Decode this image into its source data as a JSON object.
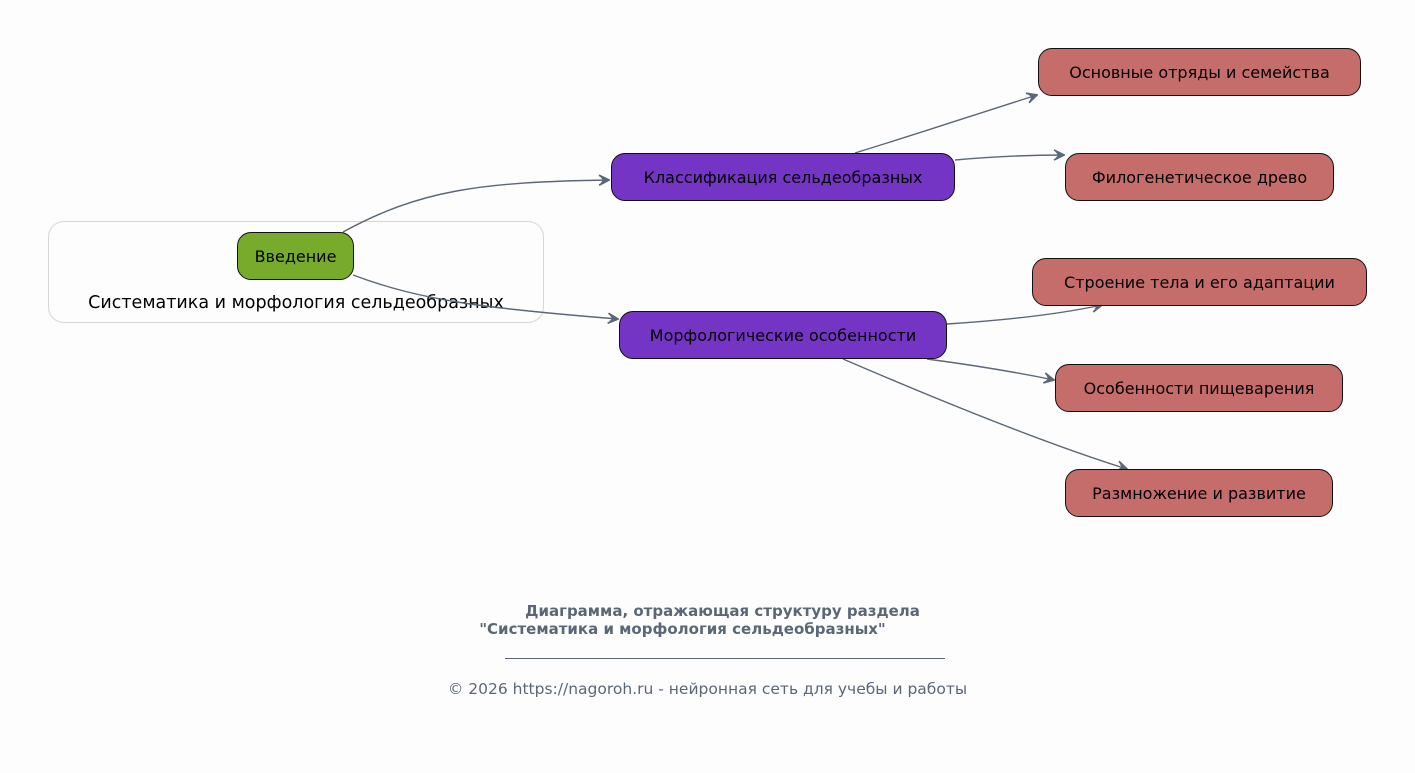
{
  "cluster": {
    "label": "Систематика и морфология сельдеобразных"
  },
  "nodes": {
    "intro": "Введение",
    "classification": "Классификация сельдеобразных",
    "morphology": "Морфологические особенности",
    "orders": "Основные отряды и семейства",
    "phylo": "Филогенетическое древо",
    "body": "Строение тела и его адаптации",
    "digestion": "Особенности пищеварения",
    "reproduction": "Размножение и развитие"
  },
  "caption": {
    "title_line1": "Диаграмма, отражающая структуру раздела",
    "title_line2": "\"Систематика и морфология сельдеобразных\"",
    "footer": "© 2026 https://nagoroh.ru - нейронная сеть для учебы и работы"
  },
  "colors": {
    "intro": "#78aa2b",
    "section": "#7434c4",
    "leaf": "#c56d6b",
    "edge": "#5b6776"
  }
}
